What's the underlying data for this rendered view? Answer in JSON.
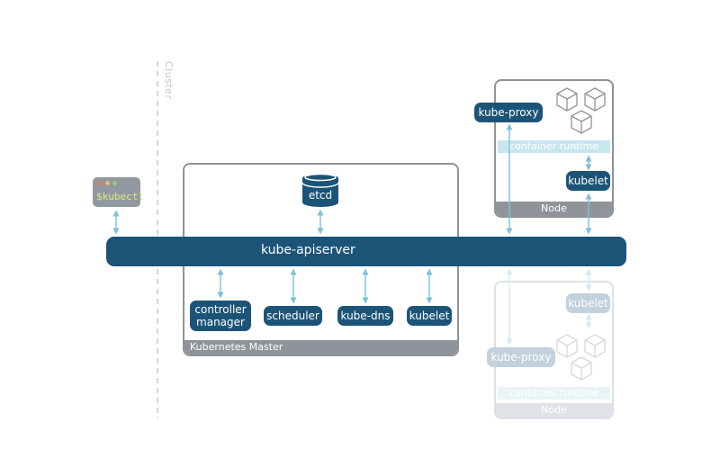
{
  "cluster_label": "Cluster",
  "kubectl": {
    "label": "$kubectl",
    "dot_colors": [
      "#e07a6a",
      "#e2c26b",
      "#8fcf7a"
    ]
  },
  "apiserver": {
    "label": "kube-apiserver"
  },
  "master": {
    "label": "Kubernetes Master",
    "etcd": "etcd",
    "components": [
      "controller\nmanager",
      "scheduler",
      "kube-dns",
      "kubelet"
    ]
  },
  "node_active": {
    "label": "Node",
    "kube_proxy": "kube-proxy",
    "container_runtime": "container runtime",
    "kubelet": "kubelet"
  },
  "node_faded": {
    "label": "Node",
    "kube_proxy": "kube-proxy",
    "container_runtime": "container runtime",
    "kubelet": "kubelet"
  },
  "colors": {
    "primary": "#1c5477",
    "arrow": "#7cc0da",
    "border": "#8f949b",
    "runtime": "#c7e6ee"
  }
}
